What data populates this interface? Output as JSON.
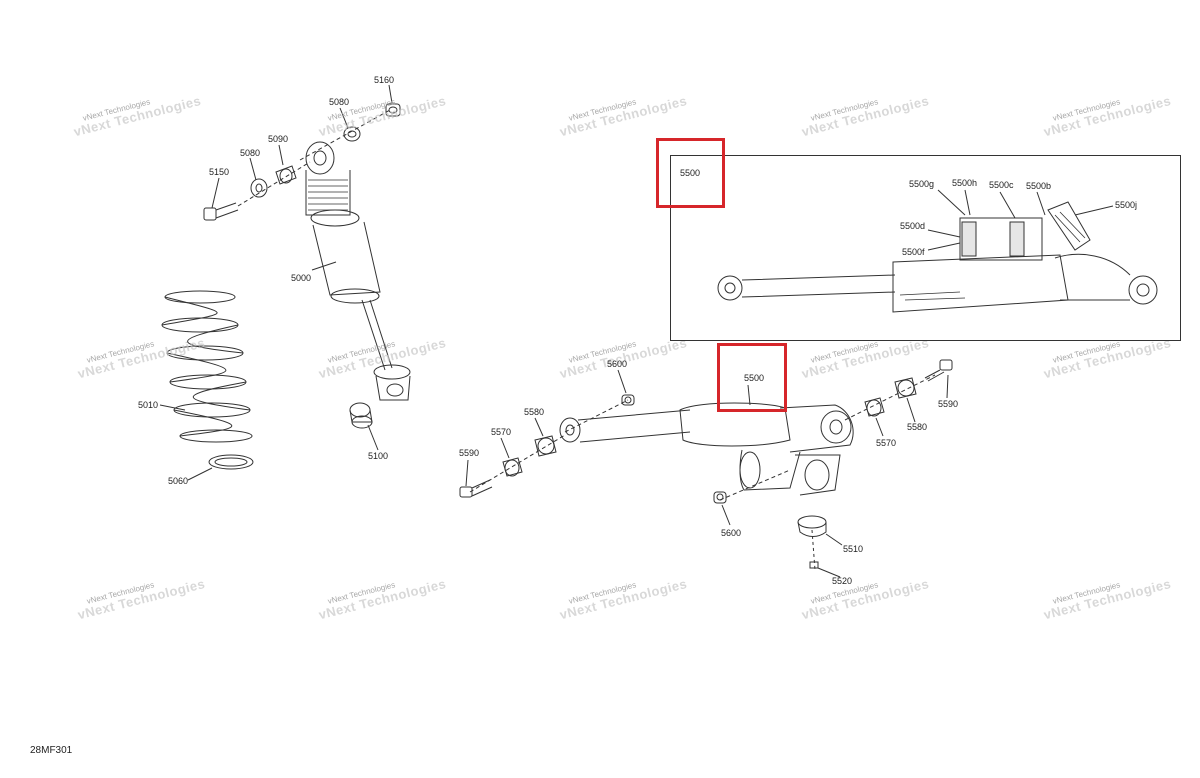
{
  "diagram_ref": "28MF301",
  "watermark": {
    "line1": "vNext Technologies",
    "line2": "vNext Technologies"
  },
  "highlight_color": "#d6262a",
  "labels": {
    "p5160": "5160",
    "p5080a": "5080",
    "p5090": "5090",
    "p5080b": "5080",
    "p5150": "5150",
    "p5000": "5000",
    "p5010": "5010",
    "p5060": "5060",
    "p5100": "5100",
    "p5600a": "5600",
    "p5580a": "5580",
    "p5570a": "5570",
    "p5590a": "5590",
    "p5500": "5500",
    "p5590b": "5590",
    "p5580b": "5580",
    "p5570b": "5570",
    "p5600b": "5600",
    "p5510": "5510",
    "p5520": "5520"
  },
  "inset": {
    "title": "5500",
    "labels": {
      "g": "5500g",
      "h": "5500h",
      "c": "5500c",
      "b": "5500b",
      "j": "5500j",
      "d": "5500d",
      "f": "5500f"
    }
  }
}
